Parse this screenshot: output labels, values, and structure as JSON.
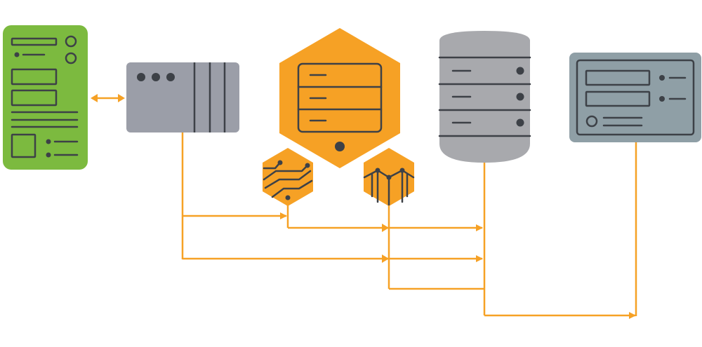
{
  "diagram": {
    "type": "architecture-flow",
    "colors": {
      "client": "#7cba3f",
      "gateway": "#9b9ea8",
      "core": "#f6a125",
      "database": "#a8a9ad",
      "dashboard": "#8f9fa6",
      "connector": "#f6a125",
      "icon_dark": "#3d4147"
    },
    "nodes": [
      {
        "id": "client-app",
        "icon": "mobile-app-wireframe-icon"
      },
      {
        "id": "api-gateway",
        "icon": "server-rack-icon"
      },
      {
        "id": "core-server",
        "icon": "hexagon-server-icon"
      },
      {
        "id": "routing-module",
        "icon": "circuit-hexagon-icon"
      },
      {
        "id": "analytics-module",
        "icon": "chart-hexagon-icon"
      },
      {
        "id": "database",
        "icon": "database-cylinder-icon"
      },
      {
        "id": "admin-dashboard",
        "icon": "dashboard-wireframe-icon"
      }
    ],
    "edges": [
      {
        "from": "client-app",
        "to": "api-gateway",
        "style": "bidirectional"
      },
      {
        "from": "api-gateway",
        "to": "routing-module"
      },
      {
        "from": "api-gateway",
        "to": "analytics-module"
      },
      {
        "from": "api-gateway",
        "to": "database"
      },
      {
        "from": "routing-module",
        "to": "analytics-module"
      },
      {
        "from": "routing-module",
        "to": "database"
      },
      {
        "from": "analytics-module",
        "to": "database"
      },
      {
        "from": "database",
        "to": "admin-dashboard"
      }
    ]
  }
}
